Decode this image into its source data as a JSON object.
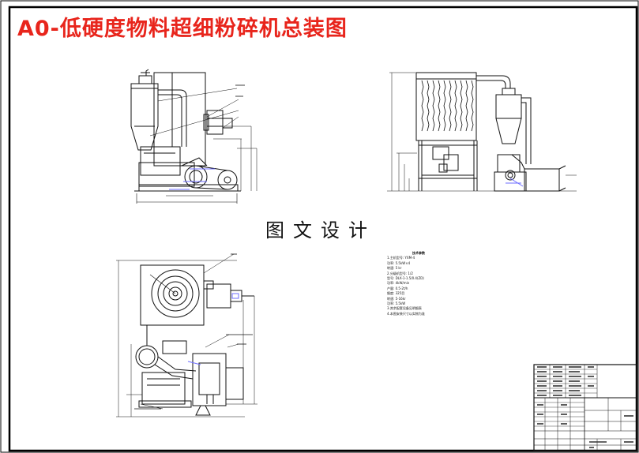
{
  "drawing": {
    "title": "A0-低硬度物料超细粉碎机总装图",
    "watermark": "图文设计",
    "colors": {
      "title": "#e8251c",
      "line": "#111111",
      "frame": "#000000",
      "highlight": "#6d6dff"
    }
  },
  "tech_notes": {
    "heading": "技术参数",
    "lines": [
      "1.主机型号: YXM-4",
      "   功率: 5.5kW×4",
      "   转速: 5 kr",
      "2.分级机型号: 1/2",
      "   型号: DLX-1-1.5/0.4(ZD)",
      "   功率: 4kW/min",
      "   产量: 0.5-2t/h",
      "   细度: 325目",
      "   转速: 5-16kr",
      "   功率: 5.5kW",
      "3.其余配套设备见明细表",
      "4.本图安装尺寸以实物为准"
    ]
  }
}
